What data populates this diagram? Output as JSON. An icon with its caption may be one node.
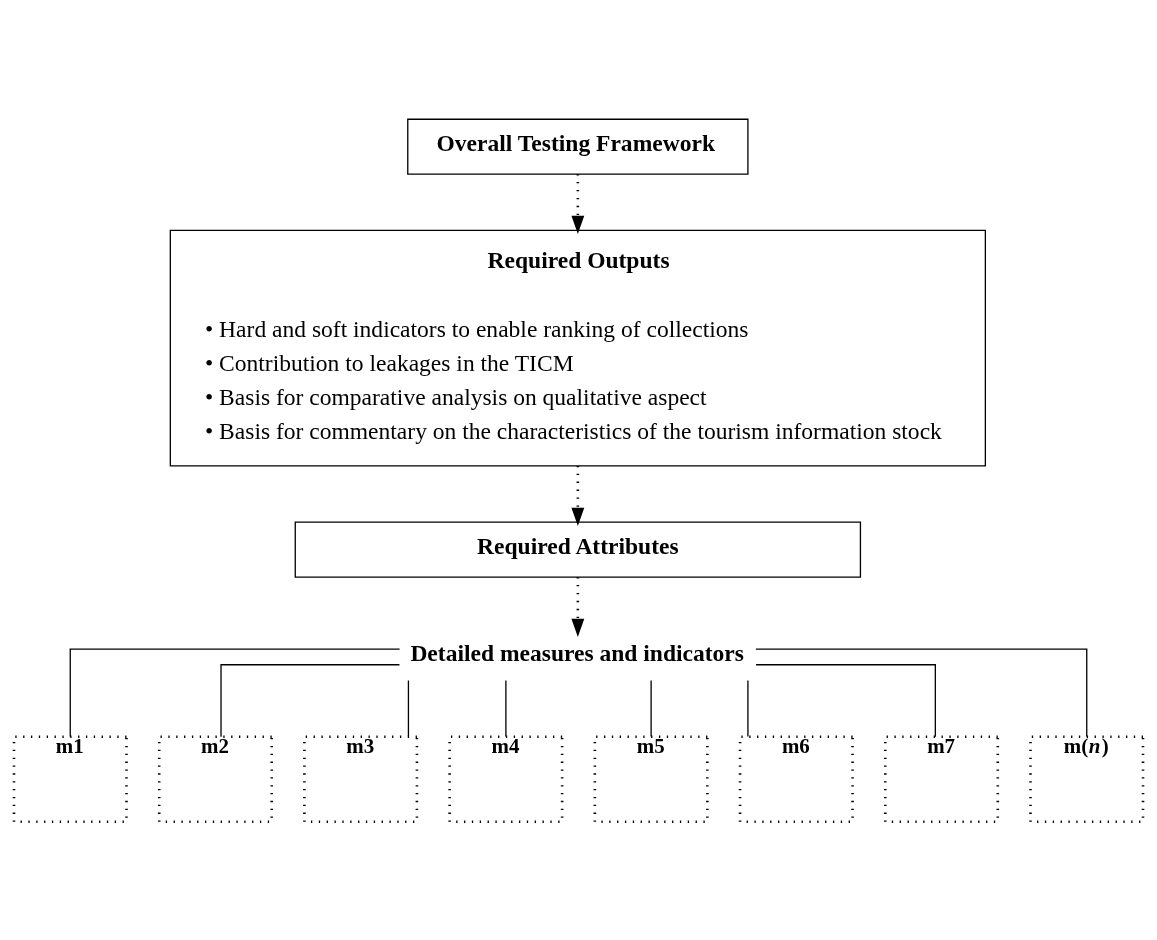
{
  "diagram": {
    "nodes": [
      {
        "text": [
          "Overall Testing Framework"
        ]
      },
      {
        "text": [
          "Required Outputs",
          "• Hard and soft indicators to enable ranking of collections",
          "• Contribution to leakages in the TICM",
          "• Basis for comparative analysis on qualitative aspect",
          "• Basis for commentary on the characteristics of the tourism information stock"
        ]
      },
      {
        "text": [
          "Required Attributes"
        ]
      },
      {
        "text": [
          "Detailed measures and indicators"
        ]
      },
      {
        "text": [
          "m1"
        ]
      },
      {
        "text": [
          "m2"
        ]
      },
      {
        "text": [
          "m3"
        ]
      },
      {
        "text": [
          "m4"
        ]
      },
      {
        "text": [
          "m5"
        ]
      },
      {
        "text": [
          "m6"
        ]
      },
      {
        "text": [
          "m7"
        ]
      },
      {
        "text": [
          "m(*n*)"
        ]
      }
    ],
    "edges": [
      {
        "from": 0,
        "to": 1,
        "arrow": "to",
        "style": "dashed"
      },
      {
        "from": 1,
        "to": 2,
        "arrow": "to",
        "style": "dashed"
      },
      {
        "from": 2,
        "to": 3,
        "arrow": "to",
        "style": "dashed"
      },
      {
        "from": 3,
        "to": 4,
        "arrow": "none"
      },
      {
        "from": 3,
        "to": 5,
        "arrow": "none"
      },
      {
        "from": 3,
        "to": 6,
        "arrow": "none"
      },
      {
        "from": 3,
        "to": 7,
        "arrow": "none"
      },
      {
        "from": 3,
        "to": 8,
        "arrow": "none"
      },
      {
        "from": 3,
        "to": 9,
        "arrow": "none"
      },
      {
        "from": 3,
        "to": 10,
        "arrow": "none"
      },
      {
        "from": 3,
        "to": 11,
        "arrow": "none"
      }
    ]
  }
}
